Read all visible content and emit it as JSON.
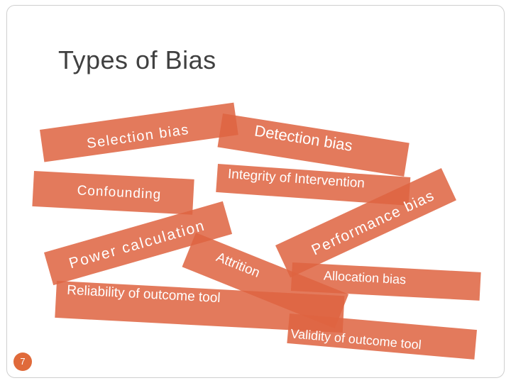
{
  "slide": {
    "title": "Types of Bias",
    "page_number": "7",
    "accent_color": "#de6441"
  },
  "bias_types": [
    {
      "id": "selection",
      "label": "Selection bias"
    },
    {
      "id": "confounding",
      "label": "Confounding"
    },
    {
      "id": "power",
      "label": "Power calculation"
    },
    {
      "id": "reliability",
      "label": "Reliability of outcome tool"
    },
    {
      "id": "attrition",
      "label": "Attrition"
    },
    {
      "id": "detection",
      "label": "Detection bias"
    },
    {
      "id": "integrity",
      "label": "Integrity of Intervention"
    },
    {
      "id": "performance",
      "label": "Performance bias"
    },
    {
      "id": "allocation",
      "label": "Allocation bias"
    },
    {
      "id": "validity",
      "label": "Validity of outcome tool"
    }
  ]
}
